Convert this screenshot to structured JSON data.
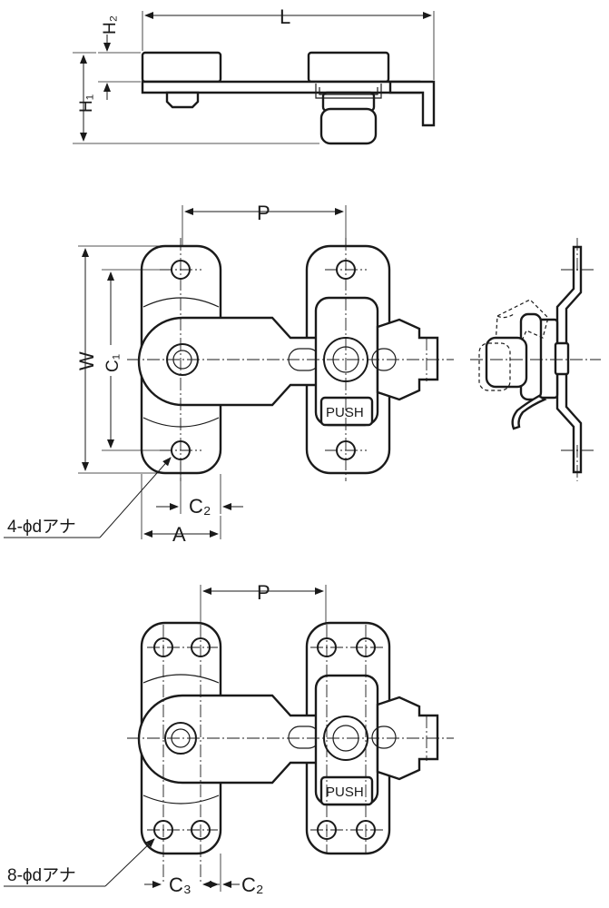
{
  "labels": {
    "L": "L",
    "H1": "H₁",
    "H2": "H₂",
    "P": "P",
    "W": "W",
    "C1": "C₁",
    "C2": "C₂",
    "C3": "C₃",
    "A": "A",
    "push": "PUSH",
    "holes4": "4-ϕdアナ",
    "holes8": "8-ϕdアナ"
  }
}
